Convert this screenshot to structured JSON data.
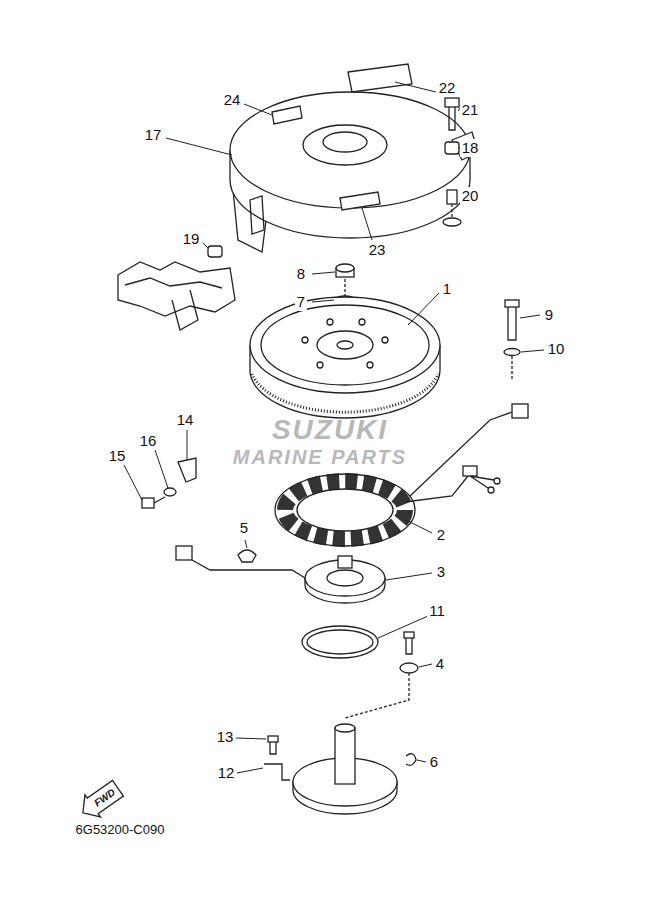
{
  "diagram": {
    "nodes": [
      {
        "text": [
          "FWD"
        ]
      }
    ],
    "labels": [
      "22",
      "21",
      "24",
      "18",
      "17",
      "20",
      "23",
      "19",
      "8",
      "7",
      "1",
      "9",
      "10",
      "SUZUKI",
      "MARINE PARTS",
      "14",
      "16",
      "15",
      "2",
      "5",
      "3",
      "11",
      "4",
      "13",
      "6",
      "12",
      "6G53200-C090"
    ]
  }
}
